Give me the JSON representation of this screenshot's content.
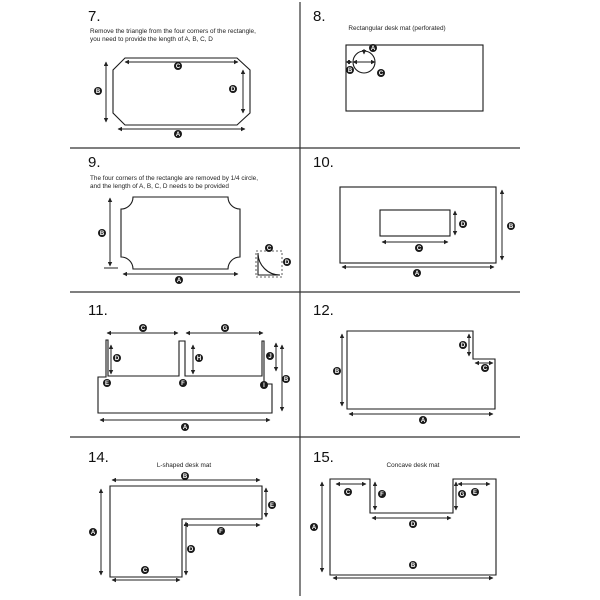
{
  "panels": [
    {
      "number": "7.",
      "caption_lines": [
        "Remove the triangle from the four corners of the rectangle,",
        "you need to provide the length of A, B, C, D"
      ]
    },
    {
      "number": "8.",
      "title": "Rectangular desk mat (perforated)"
    },
    {
      "number": "9.",
      "caption_lines": [
        "The four corners of the rectangle are removed by 1/4 circle,",
        "and the length of A, B, C, D needs to be provided"
      ]
    },
    {
      "number": "10."
    },
    {
      "number": "11."
    },
    {
      "number": "12."
    },
    {
      "number": "14.",
      "title": "L-shaped desk mat"
    },
    {
      "number": "15.",
      "title": "Concave desk mat"
    }
  ],
  "labels": [
    "A",
    "B",
    "C",
    "D",
    "E",
    "F",
    "G",
    "H",
    "I",
    "J"
  ]
}
